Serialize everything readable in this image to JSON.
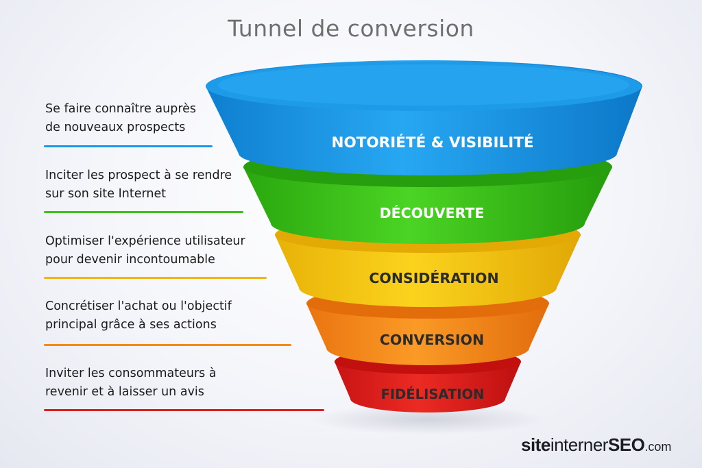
{
  "title": "Tunnel de conversion",
  "stages": [
    {
      "label": "NOTORIÉTÉ & VISIBILITÉ",
      "color": "#1a98e8",
      "description": [
        "Se faire connaître auprès",
        "de nouveaux prospects"
      ]
    },
    {
      "label": "DÉCOUVERTE",
      "color": "#3cc21a",
      "description": [
        "Inciter les prospect à se rendre",
        "sur son site Internet"
      ]
    },
    {
      "label": "CONSIDÉRATION",
      "color": "#f2c70f",
      "description": [
        "Optimiser l'expérience utilisateur",
        "pour devenir incontoumable"
      ]
    },
    {
      "label": "CONVERSION",
      "color": "#f58a19",
      "description": [
        "Concrétiser l'achat ou l'objectif",
        "principal grâce à ses actions"
      ]
    },
    {
      "label": "FIDÉLISATION",
      "color": "#df1d1d",
      "description": [
        "Inviter les consommateurs à",
        "revenir et à laisser un avis"
      ]
    }
  ],
  "logo": {
    "part1": "site",
    "part2": "interner",
    "part3": "SEO",
    "part4": ".com"
  }
}
